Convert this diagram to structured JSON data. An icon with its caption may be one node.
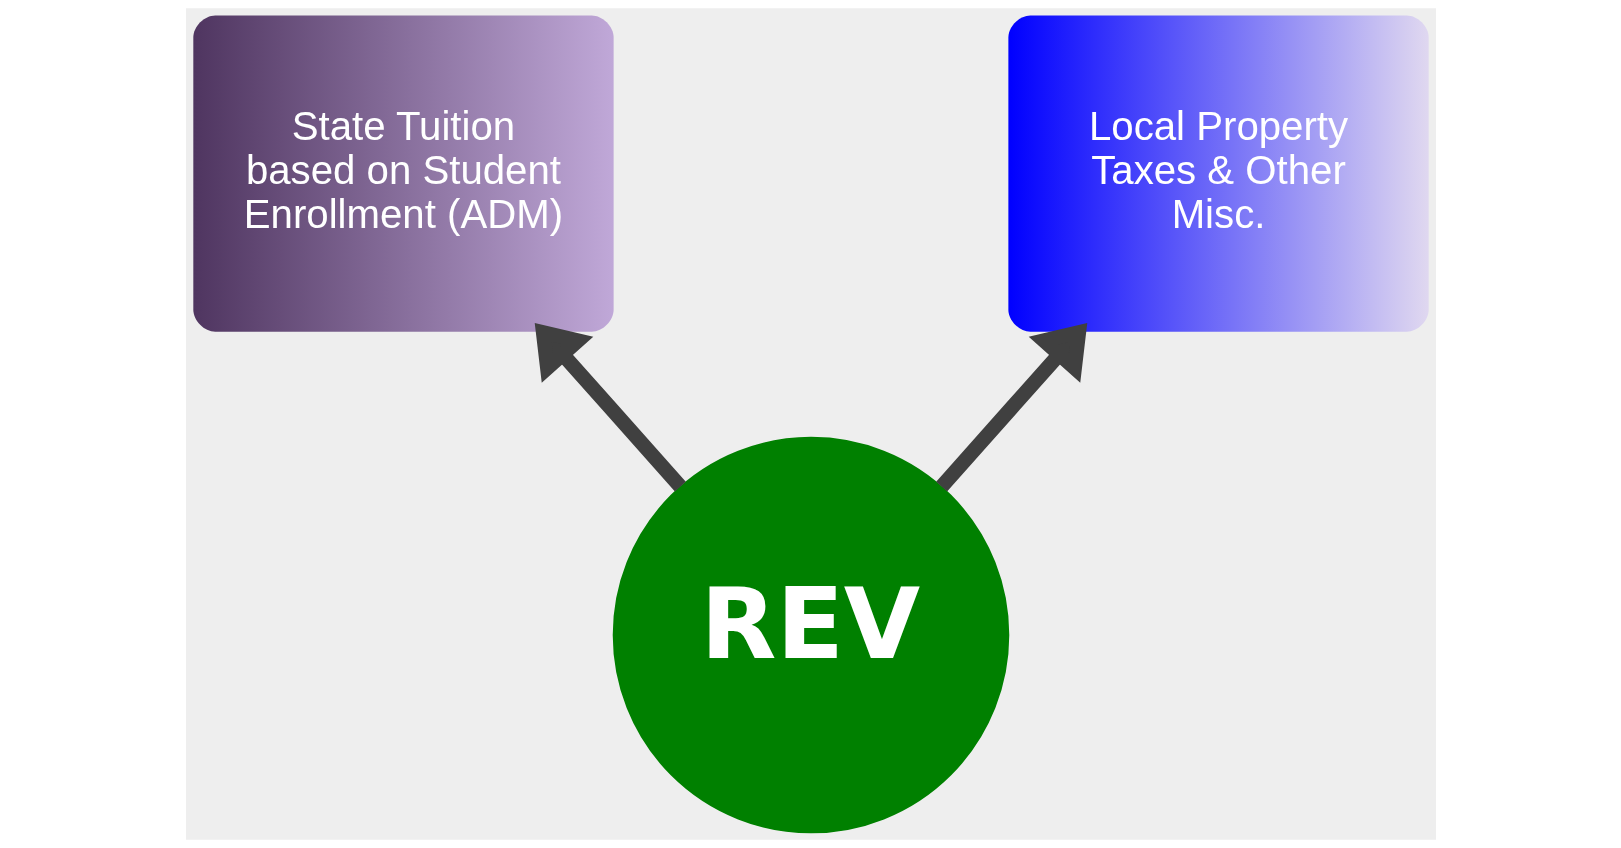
{
  "diagram": {
    "nodes": [
      {
        "text": [
          "State Tuition based on Student Enrollment (ADM)"
        ]
      },
      {
        "text": [
          "Local Property Taxes & Other Misc."
        ]
      },
      {
        "text": [
          "REV"
        ]
      }
    ],
    "edges": [
      {
        "from": 2,
        "to": 0,
        "arrow": "to"
      },
      {
        "from": 2,
        "to": 1,
        "arrow": "to"
      }
    ]
  }
}
